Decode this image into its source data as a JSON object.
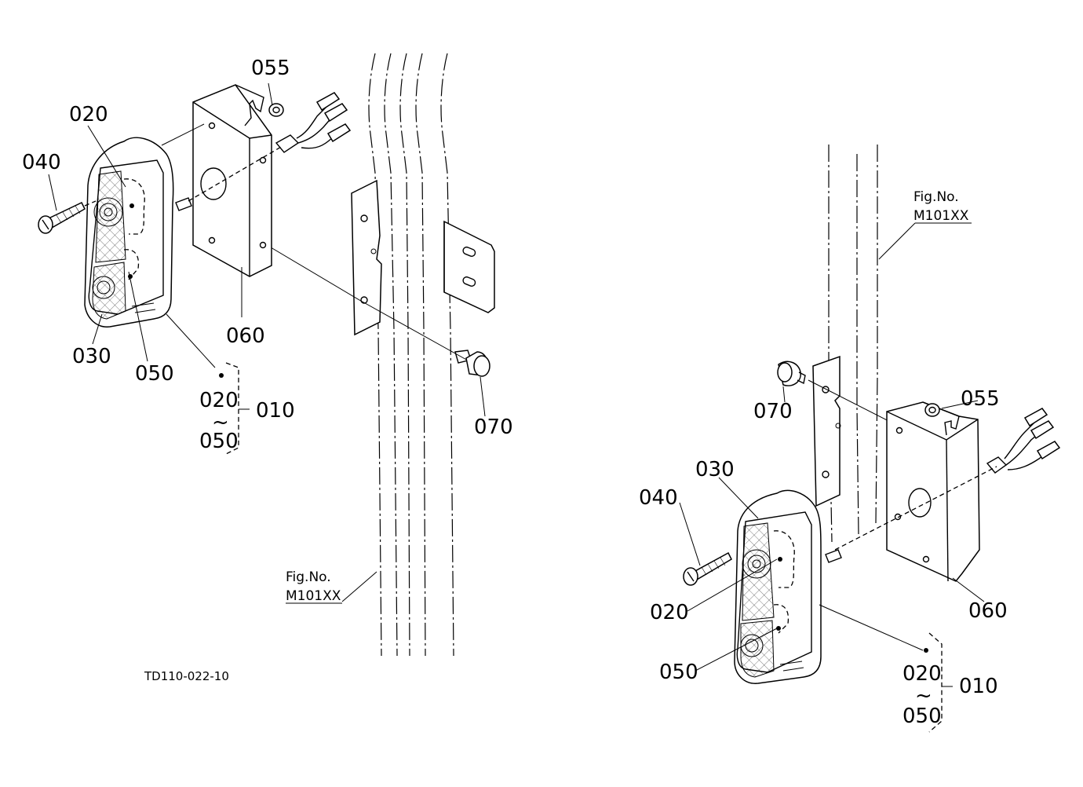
{
  "diagram_code": "TD110-022-10",
  "left_view": {
    "labels": {
      "p055": "055",
      "p020": "020",
      "p040": "040",
      "p060": "060",
      "p030": "030",
      "p050": "050",
      "p070": "070",
      "p010": "010",
      "range_from": "020",
      "range_tilde": "~",
      "range_to": "050"
    },
    "fig_ref": {
      "line1": "Fig.No.",
      "line2": "M101XX"
    }
  },
  "right_view": {
    "labels": {
      "p070": "070",
      "p055": "055",
      "p030": "030",
      "p040": "040",
      "p020": "020",
      "p060": "060",
      "p050": "050",
      "p010": "010",
      "range_from": "020",
      "range_tilde": "~",
      "range_to": "050"
    },
    "fig_ref": {
      "line1": "Fig.No.",
      "line2": "M101XX"
    }
  }
}
